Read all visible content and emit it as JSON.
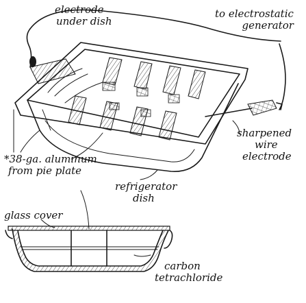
{
  "labels": {
    "electrode_under_dish_1": "electrode",
    "electrode_under_dish_2": "under dish",
    "generator_1": "to electrostatic",
    "generator_2": "generator",
    "sharpened_1": "sharpened",
    "sharpened_2": "wire",
    "sharpened_3": "electrode",
    "aluminum_1": "*38-ga. aluminum",
    "aluminum_2": "from pie plate",
    "dish_1": "refrigerator",
    "dish_2": "dish",
    "glass_cover": "glass cover",
    "carbon_1": "carbon",
    "carbon_2": "tetrachloride"
  }
}
